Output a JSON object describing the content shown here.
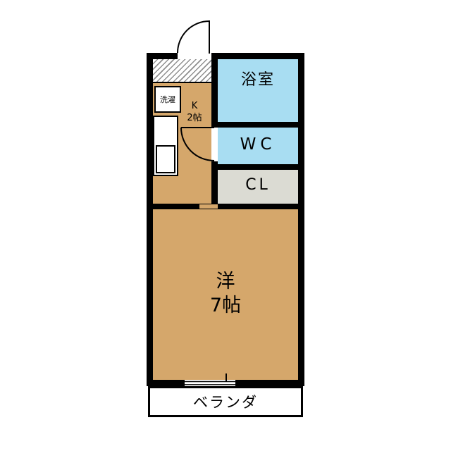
{
  "floorplan": {
    "type": "apartment-floor-plan",
    "rooms": [
      {
        "id": "kitchen",
        "label": "K",
        "size": "2帖"
      },
      {
        "id": "bathroom",
        "label": "浴室"
      },
      {
        "id": "toilet",
        "label": "WC"
      },
      {
        "id": "closet",
        "label": "CL"
      },
      {
        "id": "laundry",
        "label": "洗濯"
      },
      {
        "id": "western-room",
        "label": "洋",
        "size": "7帖"
      },
      {
        "id": "veranda",
        "label": "ベランダ"
      }
    ],
    "colors": {
      "wall": "#000000",
      "floor_tan": "#D5A76B",
      "wet_area_blue": "#A8DDF2",
      "closet_gray": "#DBDBD3",
      "background": "#FFFFFF",
      "hatch_gray": "#8F8F8F"
    }
  }
}
